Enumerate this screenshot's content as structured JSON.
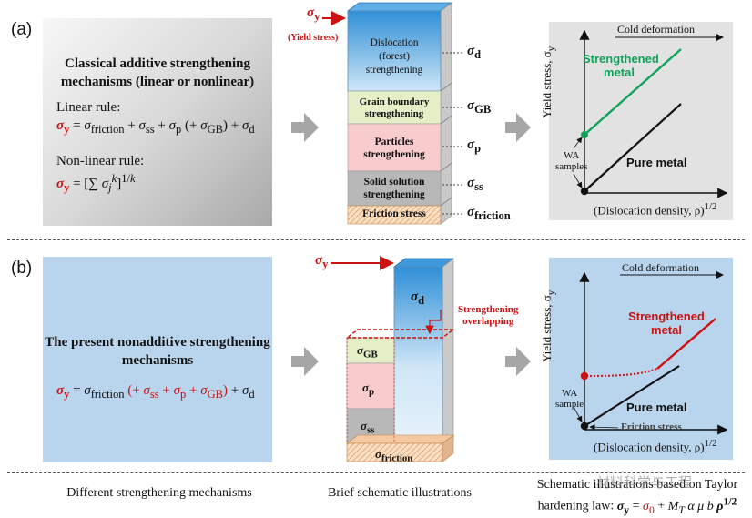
{
  "panel_a": {
    "label": "(a)",
    "box": {
      "title_line1": "Classical additive strengthening",
      "title_line2": "mechanisms (linear or nonlinear)",
      "linear_rule": "Linear rule:",
      "nonlinear_rule": "Non-linear rule:"
    },
    "column": {
      "yield_label": "(Yield stress)",
      "layers": [
        {
          "text1": "Dislocation",
          "text2": "(forest)",
          "text3": "strengthening",
          "symbol_sub": "d"
        },
        {
          "text1": "Grain boundary",
          "text2": "strengthening",
          "symbol_sub": "GB"
        },
        {
          "text1": "Particles",
          "text2": "strengthening",
          "symbol_sub": "p"
        },
        {
          "text1": "Solid solution",
          "text2": "strengthening",
          "symbol_sub": "ss"
        },
        {
          "text1": "Friction stress",
          "symbol_sub": "friction"
        }
      ]
    },
    "graph": {
      "x_axis": "(Dislocation density, ρ)",
      "y_axis": "Yield stress, σ",
      "arrow_label": "Cold deformation",
      "line_strengthened": "Strengthened",
      "line_strengthened2": "metal",
      "line_pure": "Pure metal",
      "wa_label1": "WA",
      "wa_label2": "samples"
    }
  },
  "panel_b": {
    "label": "(b)",
    "box": {
      "title_line1": "The present nonadditive strengthening",
      "title_line2": "mechanisms"
    },
    "column": {
      "overlap_label1": "Strengthening",
      "overlap_label2": "overlapping"
    },
    "graph": {
      "x_axis": "(Dislocation density, ρ)",
      "y_axis": "Yield stress, σ",
      "arrow_label": "Cold deformation",
      "line_strengthened": "Strengthened",
      "line_strengthened2": "metal",
      "line_pure": "Pure metal",
      "wa_label1": "WA",
      "wa_label2": "sample",
      "friction_label": "Friction stress"
    }
  },
  "captions": {
    "col1": "Different strengthening mechanisms",
    "col2": "Brief schematic illustrations",
    "col3_line1": "Schematic illustrations based on Taylor",
    "col3_line2": "hardening law:"
  },
  "watermark": "材料科学与工程",
  "colors": {
    "strengthened_a": "#12a35a",
    "strengthened_b": "#cc1111",
    "accent_red": "#cc1111",
    "blue_box": "#b9d5ee"
  }
}
